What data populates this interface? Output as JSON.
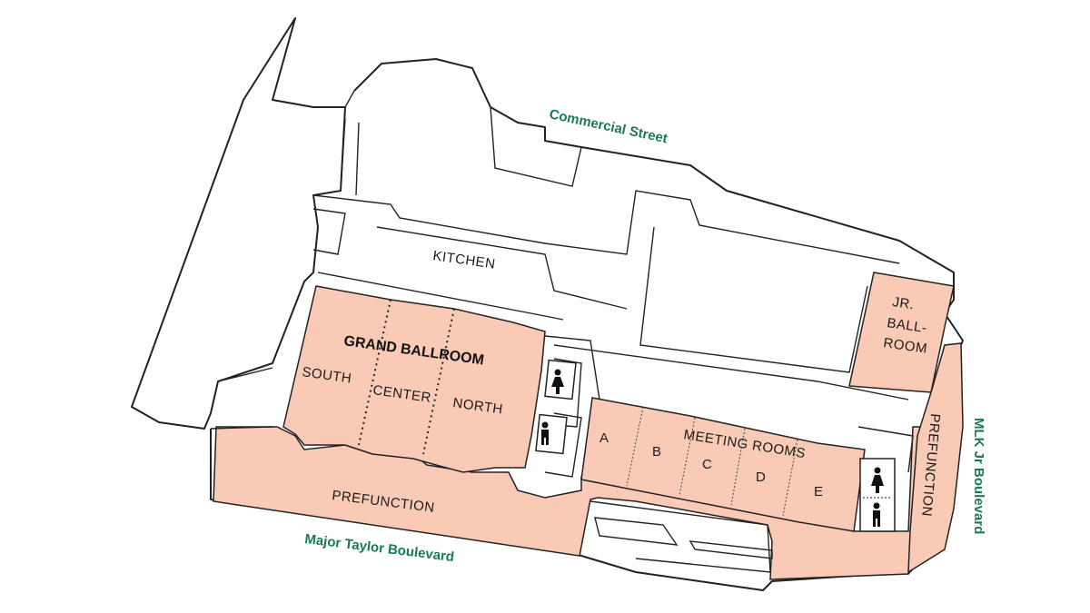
{
  "colors": {
    "event_space": "#f9cbb7",
    "street_label": "#1a7a52",
    "walls": "#222222",
    "background": "#ffffff"
  },
  "streets": {
    "commercial": "Commercial Street",
    "major_taylor": "Major Taylor Boulevard",
    "mlk": "MLK Jr Boulevard"
  },
  "rooms": {
    "kitchen": "KITCHEN",
    "grand_ballroom": "GRAND BALLROOM",
    "south": "SOUTH",
    "center": "CENTER",
    "north": "NORTH",
    "jr_line1": "JR.",
    "jr_line2": "BALL-",
    "jr_line3": "ROOM",
    "meeting_rooms": "MEETING ROOMS",
    "a": "A",
    "b": "B",
    "c": "C",
    "d": "D",
    "e": "E",
    "prefunction_south": "PREFUNCTION",
    "prefunction_east": "PREFUNCTION"
  },
  "icons": [
    "womens-restroom-icon",
    "mens-restroom-icon"
  ]
}
